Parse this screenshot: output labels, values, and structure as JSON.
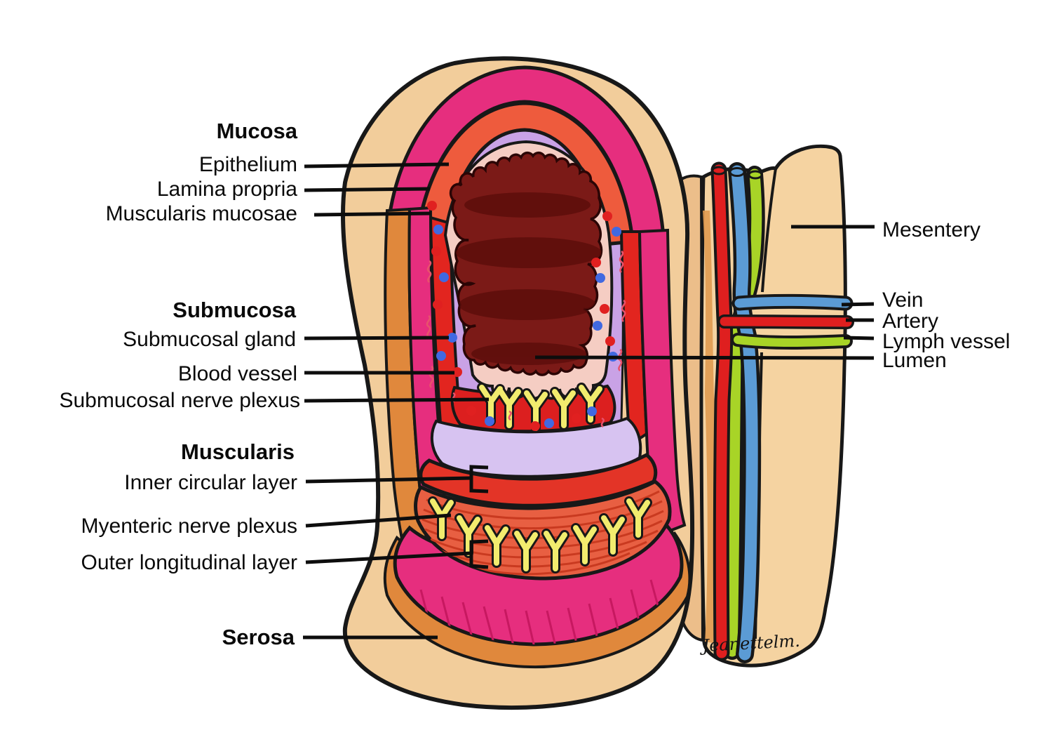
{
  "labels": {
    "left": [
      {
        "text": "Mucosa",
        "bold": true
      },
      {
        "text": "Epithelium",
        "bold": false
      },
      {
        "text": "Lamina propria",
        "bold": false
      },
      {
        "text": "Muscularis mucosae",
        "bold": false
      },
      {
        "text": "Submucosa",
        "bold": true
      },
      {
        "text": "Submucosal gland",
        "bold": false
      },
      {
        "text": "Blood vessel",
        "bold": false
      },
      {
        "text": "Submucosal nerve plexus",
        "bold": false
      },
      {
        "text": "Muscularis",
        "bold": true
      },
      {
        "text": "Inner circular layer",
        "bold": false
      },
      {
        "text": "Myenteric nerve plexus",
        "bold": false
      },
      {
        "text": "Outer longitudinal layer",
        "bold": false
      },
      {
        "text": "Serosa",
        "bold": true
      }
    ],
    "right": [
      {
        "text": "Mesentery"
      },
      {
        "text": "Vein"
      },
      {
        "text": "Artery"
      },
      {
        "text": "Lymph vessel"
      },
      {
        "text": "Lumen"
      }
    ]
  },
  "signature": "Jeanettelm.",
  "colors": {
    "background": "#FFFFFF",
    "serosa_tan": "#F2CD9B",
    "serosa_tan_light": "#F6DCB2",
    "serosa_orange": "#E0883C",
    "outer_longitudinal_magenta": "#E62E7E",
    "inner_circular_red": "#E2251F",
    "muscle_orange_red": "#EE5B3D",
    "striated_muscle": "#E85F42",
    "submucosa_lavender": "#C9A2E6",
    "submucosa_light": "#D7C3F1",
    "epithelium_pink": "#F5CDC3",
    "lumen_maroon": "#7B1A17",
    "lumen_dark": "#5C0D0B",
    "nerve_yellow": "#F2EC6E",
    "vein_blue": "#5B9BD5",
    "artery_red": "#DF1F1F",
    "lymph_green": "#A8D427",
    "blood_dot_red": "#E02020",
    "blood_dot_blue": "#4169E1",
    "outline_black": "#181818"
  }
}
